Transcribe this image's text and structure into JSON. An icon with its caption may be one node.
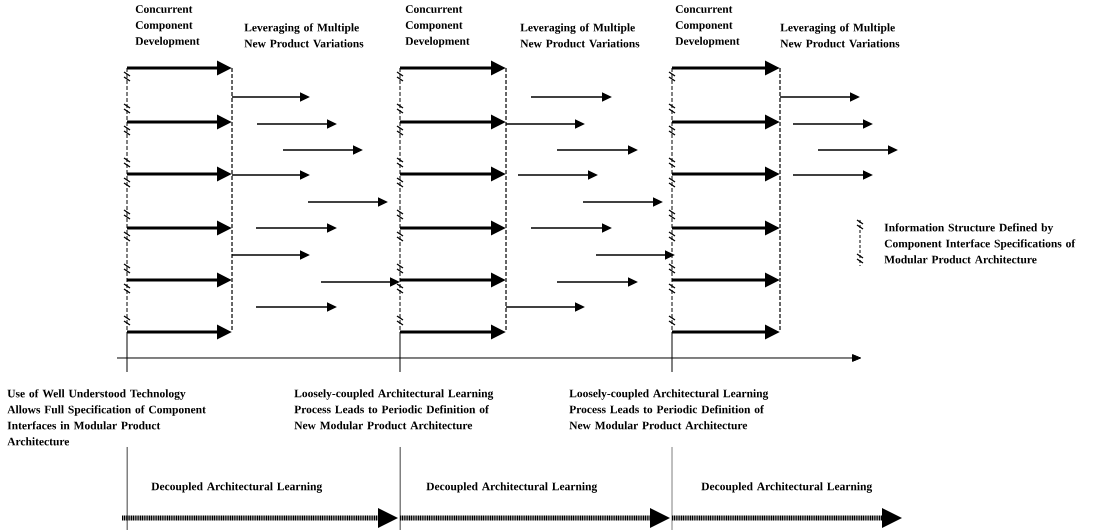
{
  "diagram": {
    "labels": [
      "Concurrent Component Development",
      "Leveraging of Multiple New Product Variations",
      "Concurrent Component Development",
      "Leveraging of Multiple New Product Variations",
      "Concurrent Component Development",
      "Leveraging of Multiple New Product Variations",
      "Use of Well Understood Technology Allows Full Specification of Component Interfaces in Modular Product Architecture",
      "Loosely-coupled Architectural Learning Process Leads to Periodic Definition of New Modular Product Architecture",
      "Loosely-coupled Architectural Learning Process Leads to Periodic Definition of New Modular Product Architecture",
      "Decoupled Architectural Learning",
      "Decoupled Architectural Learning",
      "Decoupled Architectural Learning"
    ],
    "legend": [
      {
        "text": "Information Structure Defined by Component Interface Specifications of Modular Product Architecture"
      }
    ]
  }
}
